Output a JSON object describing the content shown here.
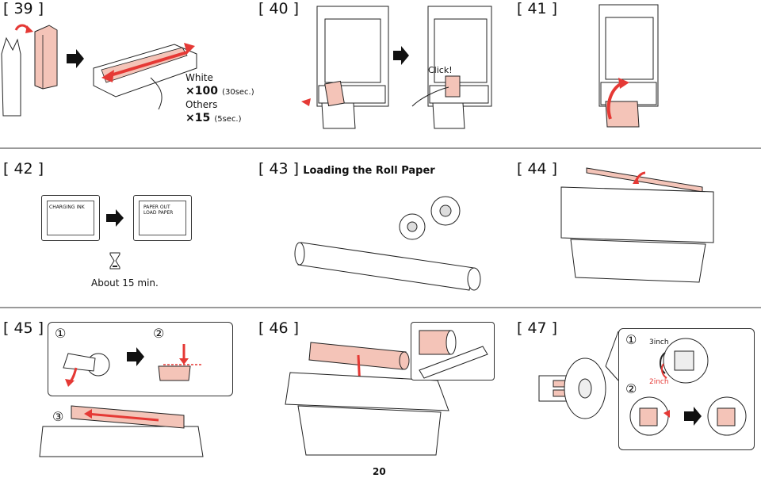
{
  "page_number": "20",
  "steps": {
    "s39": {
      "label": "[ 39 ]",
      "white_label": "White",
      "white_count": "×100",
      "white_time": "(30sec.)",
      "others_label": "Others",
      "others_count": "×15",
      "others_time": "(5sec.)"
    },
    "s40": {
      "label": "[ 40 ]",
      "click_text": "Click!"
    },
    "s41": {
      "label": "[ 41 ]"
    },
    "s42": {
      "label": "[ 42 ]",
      "panel1_text": "CHARGING INK",
      "panel2_line1": "PAPER OUT",
      "panel2_line2": "LOAD PAPER",
      "wait_text": "About 15 min."
    },
    "s43": {
      "label": "[ 43 ]",
      "title": "Loading the Roll Paper"
    },
    "s44": {
      "label": "[ 44 ]"
    },
    "s45": {
      "label": "[ 45 ]",
      "sub1": "①",
      "sub2": "②",
      "sub3": "③"
    },
    "s46": {
      "label": "[ 46 ]"
    },
    "s47": {
      "label": "[ 47 ]",
      "sub1": "①",
      "sub2": "②",
      "inch3": "3inch",
      "inch2": "2inch"
    }
  },
  "colors": {
    "accent": "#e53935",
    "pink": "#f4c4b8",
    "rule": "#9a9a9a",
    "line": "#222222"
  },
  "icons": [
    "arrow-right-icon",
    "hourglass-icon",
    "printer-illustration",
    "ink-cartridge-illustration",
    "roll-paper-illustration",
    "spindle-adapter-illustration"
  ]
}
